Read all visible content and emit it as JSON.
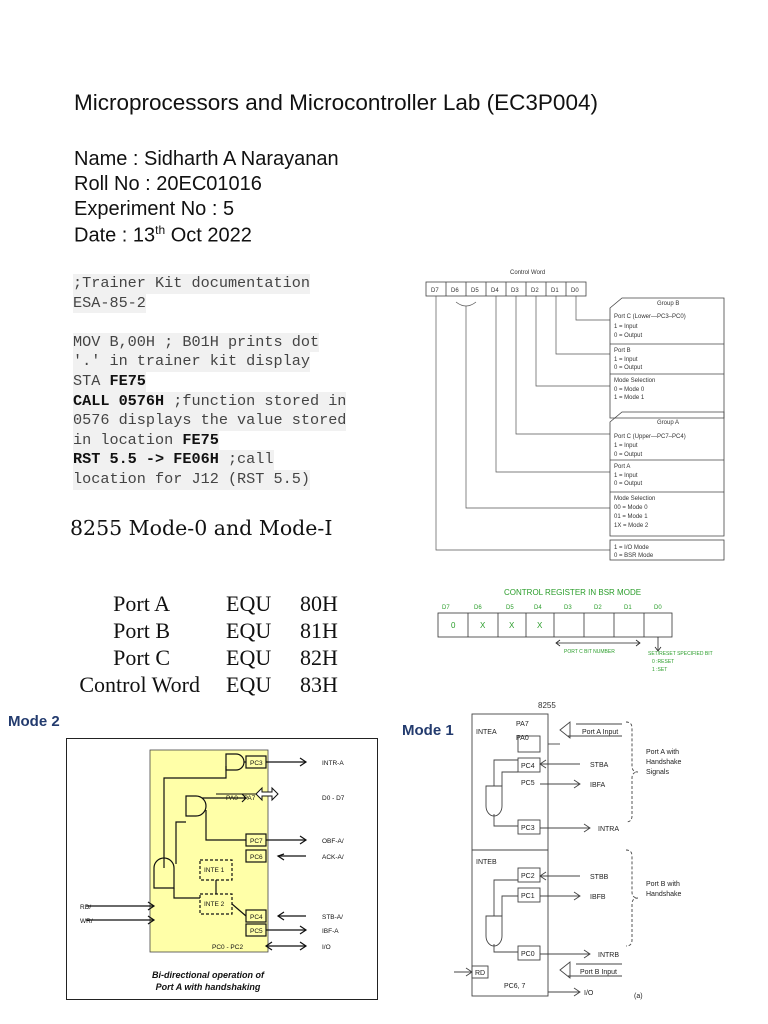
{
  "doc": {
    "title": "Microprocessors and Microcontroller Lab (EC3P004)",
    "name": "Name : Sidharth A Narayanan",
    "roll": "Roll No : 20EC01016",
    "experiment": "Experiment No : 5",
    "date_prefix": "Date : 13",
    "date_sup": "th",
    "date_suffix": " Oct 2022"
  },
  "code": {
    "l1": ";Trainer Kit documentation ",
    "l2": "ESA-85-2",
    "l3": "MOV B,00H ; B01H prints dot ",
    "l4": "'.' in trainer kit display",
    "l5a": "STA ",
    "l5b": "FE75",
    "l6a": "CALL 0576H",
    "l6b": " ;function stored in",
    "l7": "0576 displays the value stored",
    "l8a": "in location ",
    "l8b": "FE75",
    "l9a": "RST 5.5 -> FE06H",
    "l9b": " ;call ",
    "l10": "location for J12 (RST 5.5)"
  },
  "section": {
    "heading": "8255 Mode-0 and Mode-I"
  },
  "equ_table": [
    {
      "name": "Port A",
      "op": "EQU",
      "val": "80H"
    },
    {
      "name": "Port B",
      "op": "EQU",
      "val": "81H"
    },
    {
      "name": "Port C",
      "op": "EQU",
      "val": "82H"
    },
    {
      "name": "Control Word",
      "op": "EQU",
      "val": "83H"
    }
  ],
  "control_word": {
    "title": "Control Word",
    "bits": [
      "D7",
      "D6",
      "D5",
      "D4",
      "D3",
      "D2",
      "D1",
      "D0"
    ],
    "group_b": "Group B",
    "gb_portc": "Port C (Lower—PC3–PC0)",
    "gb_portc_1": "1 = Input",
    "gb_portc_0": "0 = Output",
    "gb_portb": "Port B",
    "gb_portb_1": "1 = Input",
    "gb_portb_0": "0 = Output",
    "gb_mode": "Mode Selection",
    "gb_mode_0": "0 = Mode 0",
    "gb_mode_1": "1 = Mode 1",
    "group_a": "Group A",
    "ga_portc": "Port C (Upper—PC7–PC4)",
    "ga_portc_1": "1 = Input",
    "ga_portc_0": "0 = Output",
    "ga_porta": "Port A",
    "ga_porta_1": "1 = Input",
    "ga_porta_0": "0 = Output",
    "ga_mode": "Mode Selection",
    "ga_mode_00": "00 = Mode 0",
    "ga_mode_01": "01 = Mode 1",
    "ga_mode_1x": "1X = Mode 2",
    "io_1": "1 = I/O Mode",
    "io_0": "0 = BSR Mode"
  },
  "bsr": {
    "title": "CONTROL REGISTER IN BSR MODE",
    "bits": [
      "D7",
      "D6",
      "D5",
      "D4",
      "D3",
      "D2",
      "D1",
      "D0"
    ],
    "values": [
      "0",
      "X",
      "X",
      "X",
      "",
      "",
      "",
      ""
    ],
    "portc_label": "PORT C BIT NUMBER",
    "setreset_label": "SET/RESET SPECIFIED BIT",
    "reset": "0 :RESET",
    "set": "1 :SET"
  },
  "mode2": {
    "label": "Mode 2",
    "pc3": "PC3",
    "intra": "INTR-A",
    "pa": "PA0 - PA7",
    "d": "D0 - D7",
    "pc7": "PC7",
    "pc6": "PC6",
    "obf": "OBF-A/",
    "ack": "ACK-A/",
    "inte1": "INTE 1",
    "inte2": "INTE 2",
    "pc4": "PC4",
    "pc5": "PC5",
    "stb": "STB-A/",
    "ibf": "IBF-A",
    "pc02": "PC0 - PC2",
    "io": "I/O",
    "rd": "RD/",
    "wr": "WR/",
    "caption1": "Bi-directional operation of",
    "caption2": "Port A with handshaking"
  },
  "mode1": {
    "label": "Mode 1",
    "chip": "8255",
    "pa7": "PA7",
    "pa0": "PA0",
    "porta_input": "Port A Input",
    "intea": "INTEA",
    "pc4": "PC4",
    "stba": "STBA",
    "pc5": "PC5",
    "ibfa": "IBFA",
    "pc3": "PC3",
    "intra": "INTRA",
    "porta_hs1": "Port A with",
    "porta_hs2": "Handshake",
    "porta_hs3": "Signals",
    "inteb": "INTEB",
    "pc2": "PC2",
    "stbb": "STBB",
    "pc1": "PC1",
    "ibfb": "IBFB",
    "pc0": "PC0",
    "intrb": "INTRB",
    "portb_input": "Port B Input",
    "rd": "RD",
    "pc67": "PC6, 7",
    "io": "I/O",
    "portb_hs1": "Port B with",
    "portb_hs2": "Handshake",
    "fig": "(a)"
  }
}
